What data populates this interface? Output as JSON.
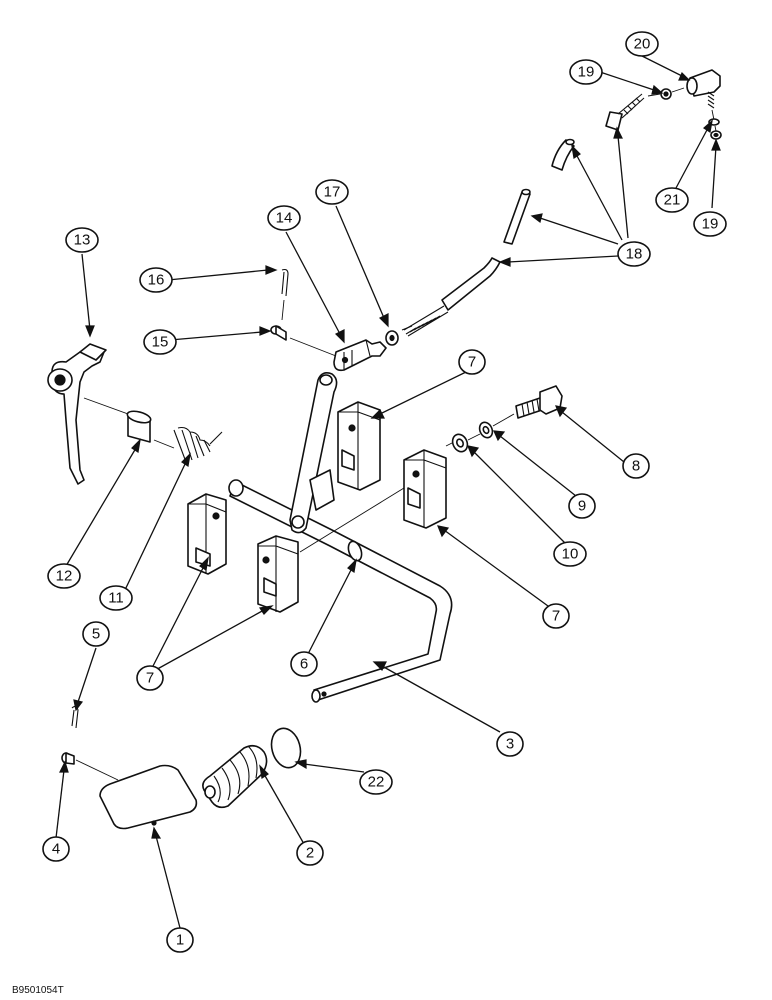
{
  "figure_id": "B9501054T",
  "callouts": [
    {
      "label": "1"
    },
    {
      "label": "2"
    },
    {
      "label": "3"
    },
    {
      "label": "4"
    },
    {
      "label": "5"
    },
    {
      "label": "6"
    },
    {
      "label": "7"
    },
    {
      "label": "7"
    },
    {
      "label": "7"
    },
    {
      "label": "7"
    },
    {
      "label": "8"
    },
    {
      "label": "9"
    },
    {
      "label": "10"
    },
    {
      "label": "11"
    },
    {
      "label": "12"
    },
    {
      "label": "13"
    },
    {
      "label": "14"
    },
    {
      "label": "15"
    },
    {
      "label": "16"
    },
    {
      "label": "17"
    },
    {
      "label": "18"
    },
    {
      "label": "19"
    },
    {
      "label": "19"
    },
    {
      "label": "20"
    },
    {
      "label": "21"
    },
    {
      "label": "22"
    }
  ]
}
